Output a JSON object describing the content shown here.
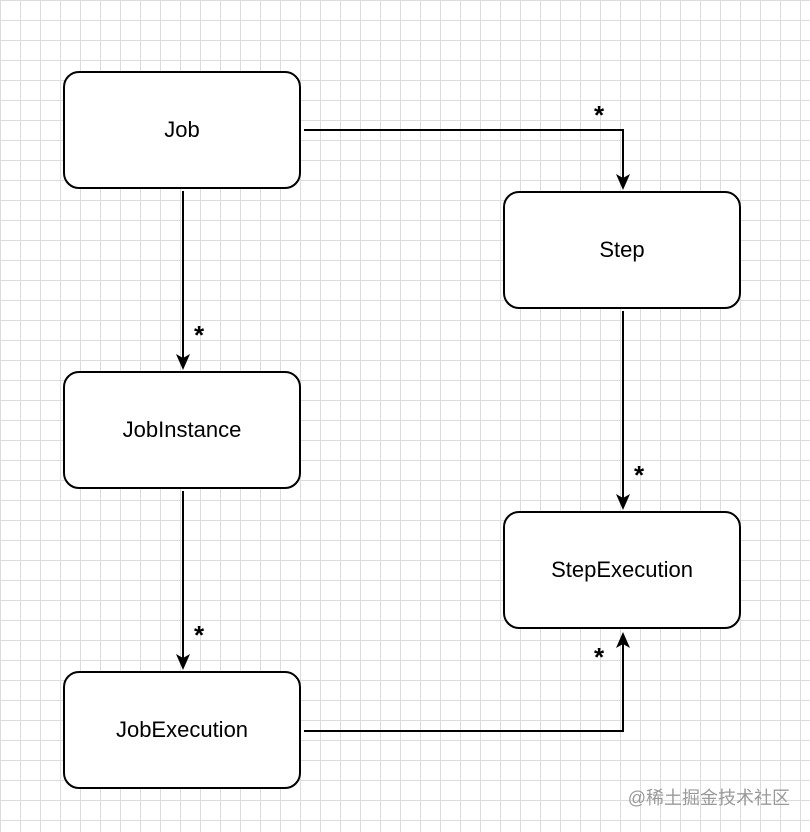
{
  "nodes": {
    "job": "Job",
    "step": "Step",
    "job_instance": "JobInstance",
    "step_execution": "StepExecution",
    "job_execution": "JobExecution"
  },
  "edges": {
    "job_to_step": "*",
    "job_to_job_instance": "*",
    "step_to_step_execution": "*",
    "job_instance_to_job_execution": "*",
    "job_execution_to_step_execution": "*"
  },
  "watermark": "@稀土掘金技术社区"
}
